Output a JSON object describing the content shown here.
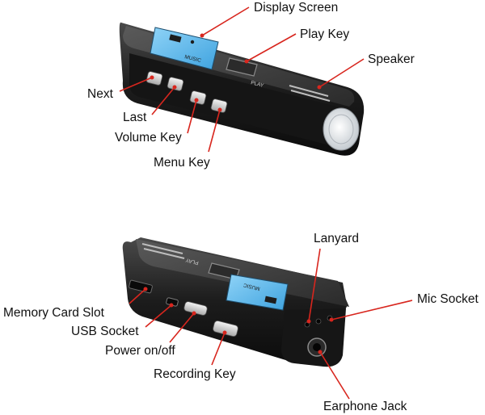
{
  "colors": {
    "body_dark": "#1a1a1a",
    "body_panel": "#3a3a3a",
    "screen_blue": "#5fb8ea",
    "leader_red": "#d8261e",
    "button_silver": "#d9d9d9",
    "text": "#111111"
  },
  "top_device": {
    "screen_text": "MUSIC",
    "play_label": "PLAY",
    "labels": {
      "display_screen": "Display Screen",
      "play_key": "Play Key",
      "speaker": "Speaker",
      "next": "Next",
      "last": "Last",
      "volume_key": "Volume Key",
      "menu_key": "Menu Key"
    }
  },
  "bottom_device": {
    "screen_text": "MUSIC",
    "play_label": "PLAY",
    "labels": {
      "lanyard": "Lanyard",
      "mic_socket": "Mic Socket",
      "memory_card_slot": "Memory Card Slot",
      "usb_socket": "USB Socket",
      "power_on_off": "Power on/off",
      "recording_key": "Recording Key",
      "earphone_jack": "Earphone Jack"
    }
  }
}
